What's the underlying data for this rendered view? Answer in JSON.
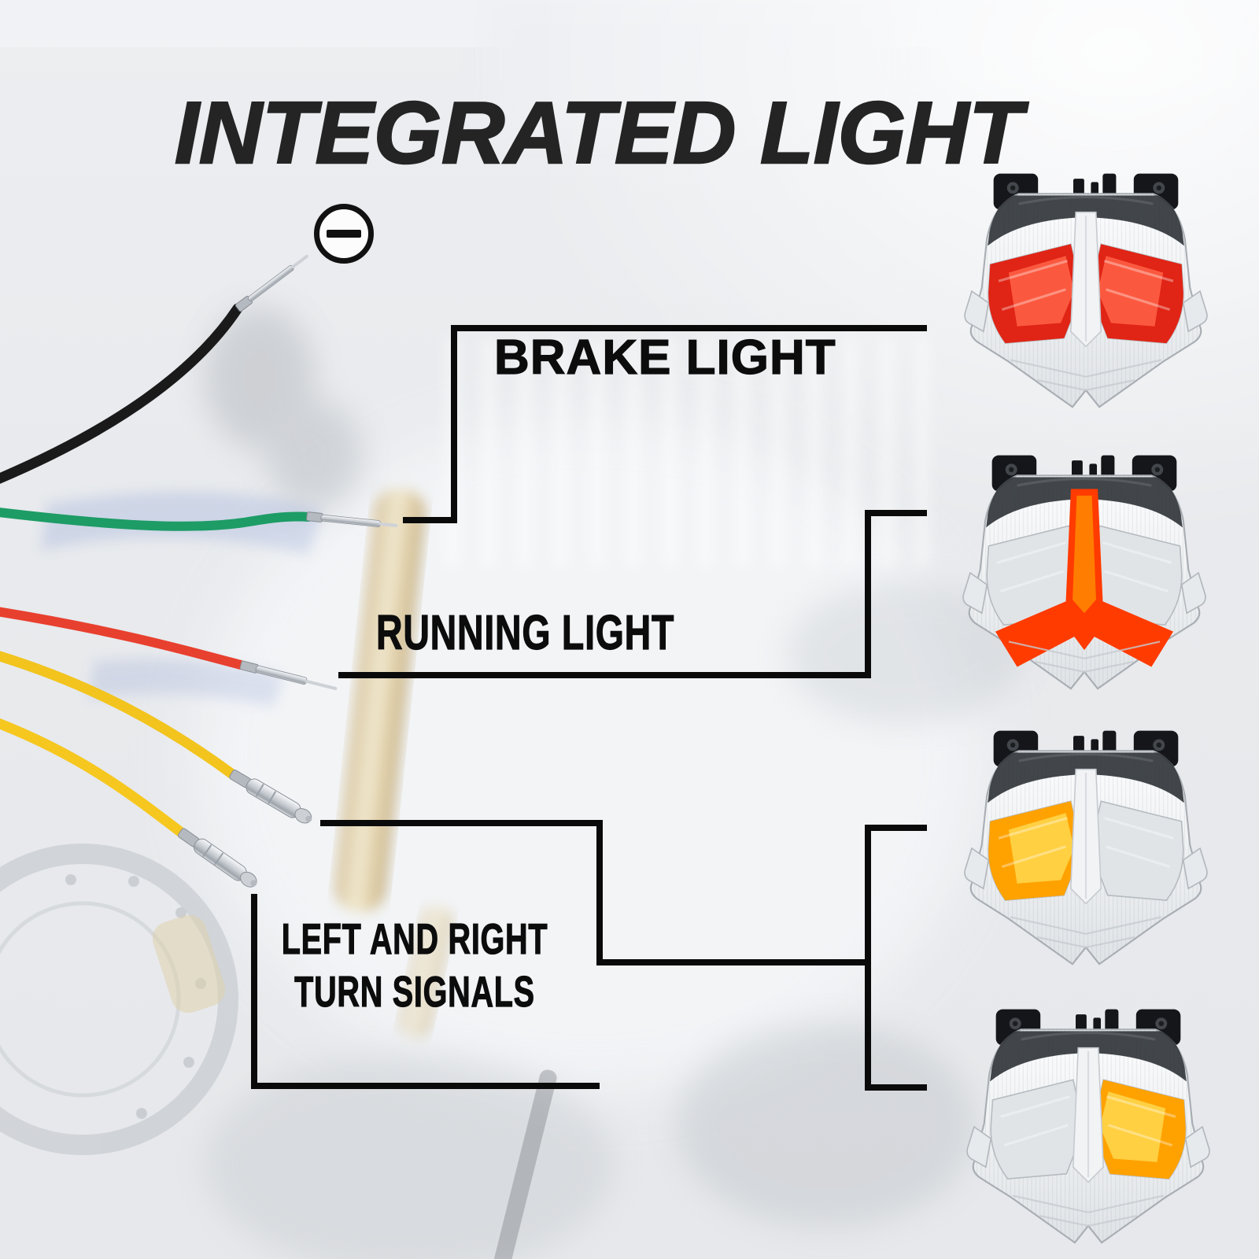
{
  "title": "INTEGRATED LIGHT",
  "callouts": {
    "brake": {
      "label": "BRAKE LIGHT"
    },
    "running": {
      "label": "RUNNING LIGHT"
    },
    "turn": {
      "label_line1": "LEFT AND RIGHT",
      "label_line2": "TURN SIGNALS"
    }
  },
  "icons": {
    "negative_terminal": "minus-icon"
  },
  "colors": {
    "title_text": "#242424",
    "label_text": "#0c0c0c",
    "callout_line": "#0a0a0a",
    "brake_red": "#e02415",
    "running_arrow_red": "#ff3b00",
    "turn_amber": "#ffa200"
  },
  "wires": {
    "black": {
      "name": "black-negative-wire",
      "color": "#1a1a1a"
    },
    "green": {
      "name": "green-brake-wire",
      "color": "#1d9c66"
    },
    "red": {
      "name": "red-running-wire",
      "color": "#e8402f"
    },
    "yellow_left": {
      "name": "yellow-turn-wire-1",
      "color": "#f2c41d"
    },
    "yellow_right": {
      "name": "yellow-turn-wire-2",
      "color": "#f6c71f"
    }
  },
  "lights": [
    {
      "name": "tail-light-brake",
      "vars": {
        "--lens-left": "#e02415",
        "--lens-right": "#e02415",
        "--lens-left-core": "#ff6347",
        "--lens-right-core": "#ff6347"
      }
    },
    {
      "name": "tail-light-running",
      "vars": {
        "--arrow-fill": "#ff3b00",
        "--arrow-core": "#ff8500"
      }
    },
    {
      "name": "tail-light-turn-left",
      "vars": {
        "--lens-left": "#ffa200",
        "--lens-left-core": "#ffd84e"
      }
    },
    {
      "name": "tail-light-turn-right",
      "vars": {
        "--lens-right": "#ffa200",
        "--lens-right-core": "#ffd84e"
      }
    }
  ]
}
